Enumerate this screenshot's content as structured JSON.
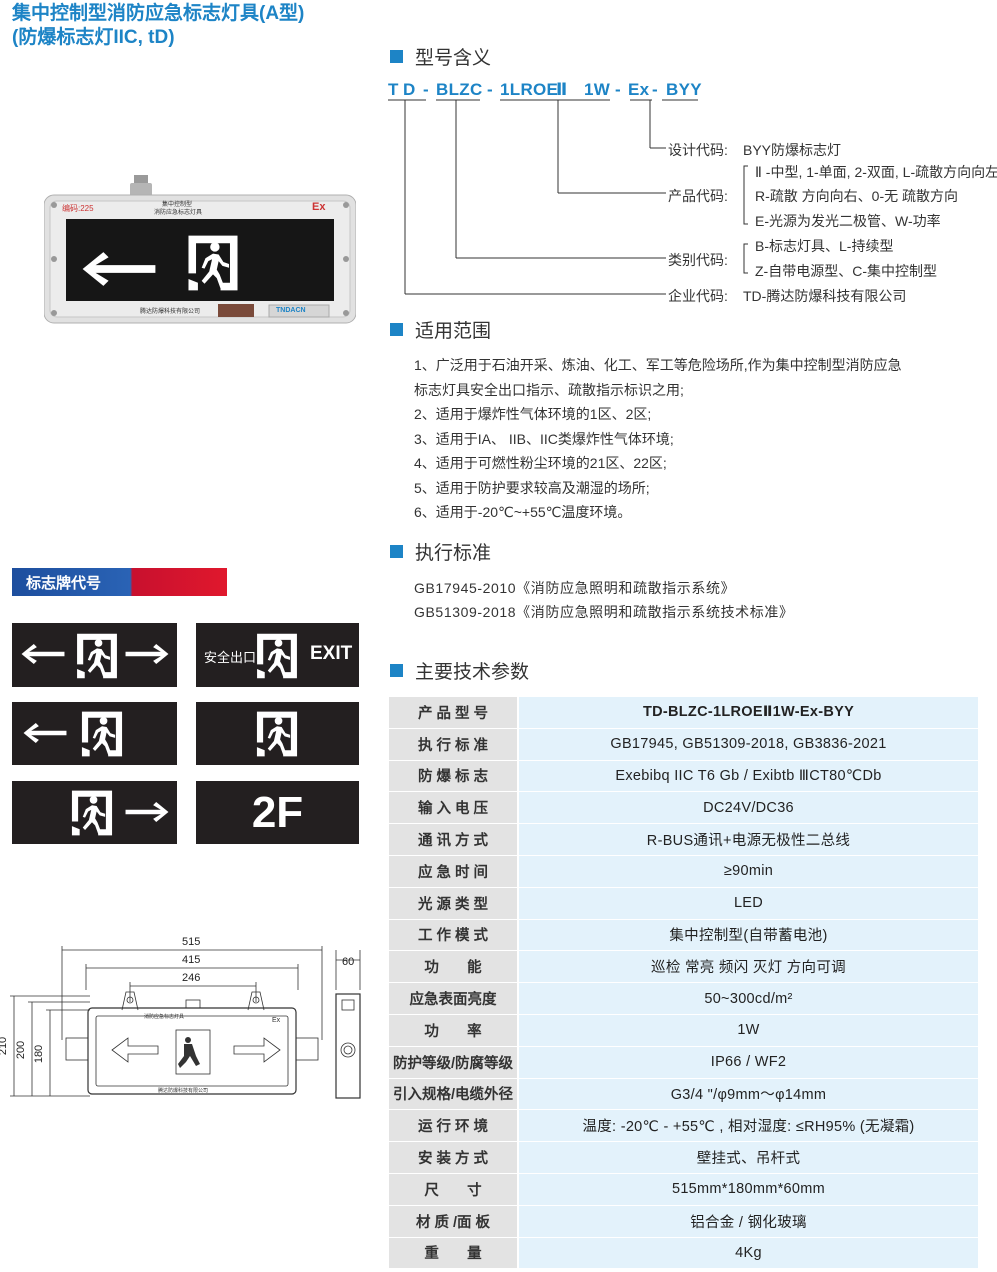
{
  "header": {
    "title_line1": "集中控制型消防应急标志灯具(A型)",
    "title_line2": "(防爆标志灯IIC, tD)"
  },
  "product_photo": {
    "label_code": "编码:225",
    "label_name1": "集中控制型",
    "label_name2": "消防应急标志灯具",
    "ex_mark": "Ex",
    "maker": "腾达防爆科技有限公司",
    "brand": "TNDACN"
  },
  "model_meaning": {
    "heading": "型号含义",
    "code_parts": [
      "T",
      "D",
      "-",
      "BLZC",
      "-",
      "1LROE",
      "Ⅱ",
      "1W",
      "-",
      "Ex",
      "-",
      "BYY"
    ],
    "items": [
      {
        "label": "设计代码:",
        "lines": [
          "BYY防爆标志灯"
        ]
      },
      {
        "label": "产品代码:",
        "lines": [
          "Ⅱ -中型, 1-单面, 2-双面, L-疏散方向向左",
          "R-疏散 方向向右、0-无 疏散方向",
          "E-光源为发光二极管、W-功率"
        ]
      },
      {
        "label": "类别代码:",
        "lines": [
          "B-标志灯具、L-持续型",
          "Z-自带电源型、C-集中控制型"
        ]
      },
      {
        "label": "企业代码:",
        "lines": [
          "TD-腾达防爆科技有限公司"
        ]
      }
    ]
  },
  "scope": {
    "heading": "适用范围",
    "lines": [
      "1、广泛用于石油开采、炼油、化工、军工等危险场所,作为集中控制型消防应急",
      "标志灯具安全出口指示、疏散指示标识之用;",
      "2、适用于爆炸性气体环境的1区、2区;",
      "3、适用于IA、 IIB、IIC类爆炸性气体环境;",
      "4、适用于可燃性粉尘环境的21区、22区;",
      "5、适用于防护要求较高及潮湿的场所;",
      "6、适用于-20℃~+55℃温度环境。"
    ]
  },
  "standards": {
    "heading": "执行标准",
    "lines": [
      "GB17945-2010《消防应急照明和疏散指示系统》",
      "GB51309-2018《消防应急照明和疏散指示系统技术标准》"
    ]
  },
  "sign_codes": {
    "heading": "标志牌代号",
    "exit_cn": "安全出口",
    "exit_en": "EXIT",
    "floor": "2F"
  },
  "dimensions": {
    "w515": "515",
    "w415": "415",
    "w246": "246",
    "d60": "60",
    "h210": "210",
    "h200": "200",
    "h180": "180",
    "label_name": "消防应急标志灯具",
    "ex_mark": "Ex",
    "maker": "腾达防爆科技有限公司"
  },
  "specs": {
    "heading": "主要技术参数",
    "rows": [
      {
        "key": "产 品 型 号",
        "value": "TD-BLZC-1LROEⅡ1W-Ex-BYY"
      },
      {
        "key": "执 行 标 准",
        "value": "GB17945, GB51309-2018, GB3836-2021"
      },
      {
        "key": "防 爆 标 志",
        "value": "Exebibq IIC T6 Gb / Exibtb ⅢCT80℃Db"
      },
      {
        "key": "输 入 电 压",
        "value": "DC24V/DC36"
      },
      {
        "key": "通 讯 方 式",
        "value": "R-BUS通讯+电源无极性二总线"
      },
      {
        "key": "应 急 时 间",
        "value": "≥90min"
      },
      {
        "key": "光 源 类 型",
        "value": "LED"
      },
      {
        "key": "工 作 模 式",
        "value": "集中控制型(自带蓄电池)"
      },
      {
        "key": "功       能",
        "value": "巡检 常亮 频闪 灭灯 方向可调"
      },
      {
        "key": "应急表面亮度",
        "value": "50~300cd/m²"
      },
      {
        "key": "功       率",
        "value": "1W"
      },
      {
        "key": "防护等级/防腐等级",
        "value": "IP66 / WF2"
      },
      {
        "key": "引入规格/电缆外径",
        "value": "G3/4 \"/φ9mm～φ14mm"
      },
      {
        "key": "运 行 环 境",
        "value": "温度: -20℃ - +55℃ , 相对湿度: ≤RH95% (无凝霜)"
      },
      {
        "key": "安 装 方 式",
        "value": "壁挂式、吊杆式"
      },
      {
        "key": "尺       寸",
        "value": "515mm*180mm*60mm"
      },
      {
        "key": "材 质 /面 板",
        "value": "铝合金 / 钢化玻璃"
      },
      {
        "key": "重       量",
        "value": "4Kg"
      }
    ]
  },
  "colors": {
    "accent_blue": "#1d84c6",
    "sign_black": "#231f20",
    "table_key_bg": "#e3e3e3",
    "table_value_bg": "#e3f2fb",
    "tab_red": "#e0182d",
    "tab_blue": "#1d4e9e"
  }
}
